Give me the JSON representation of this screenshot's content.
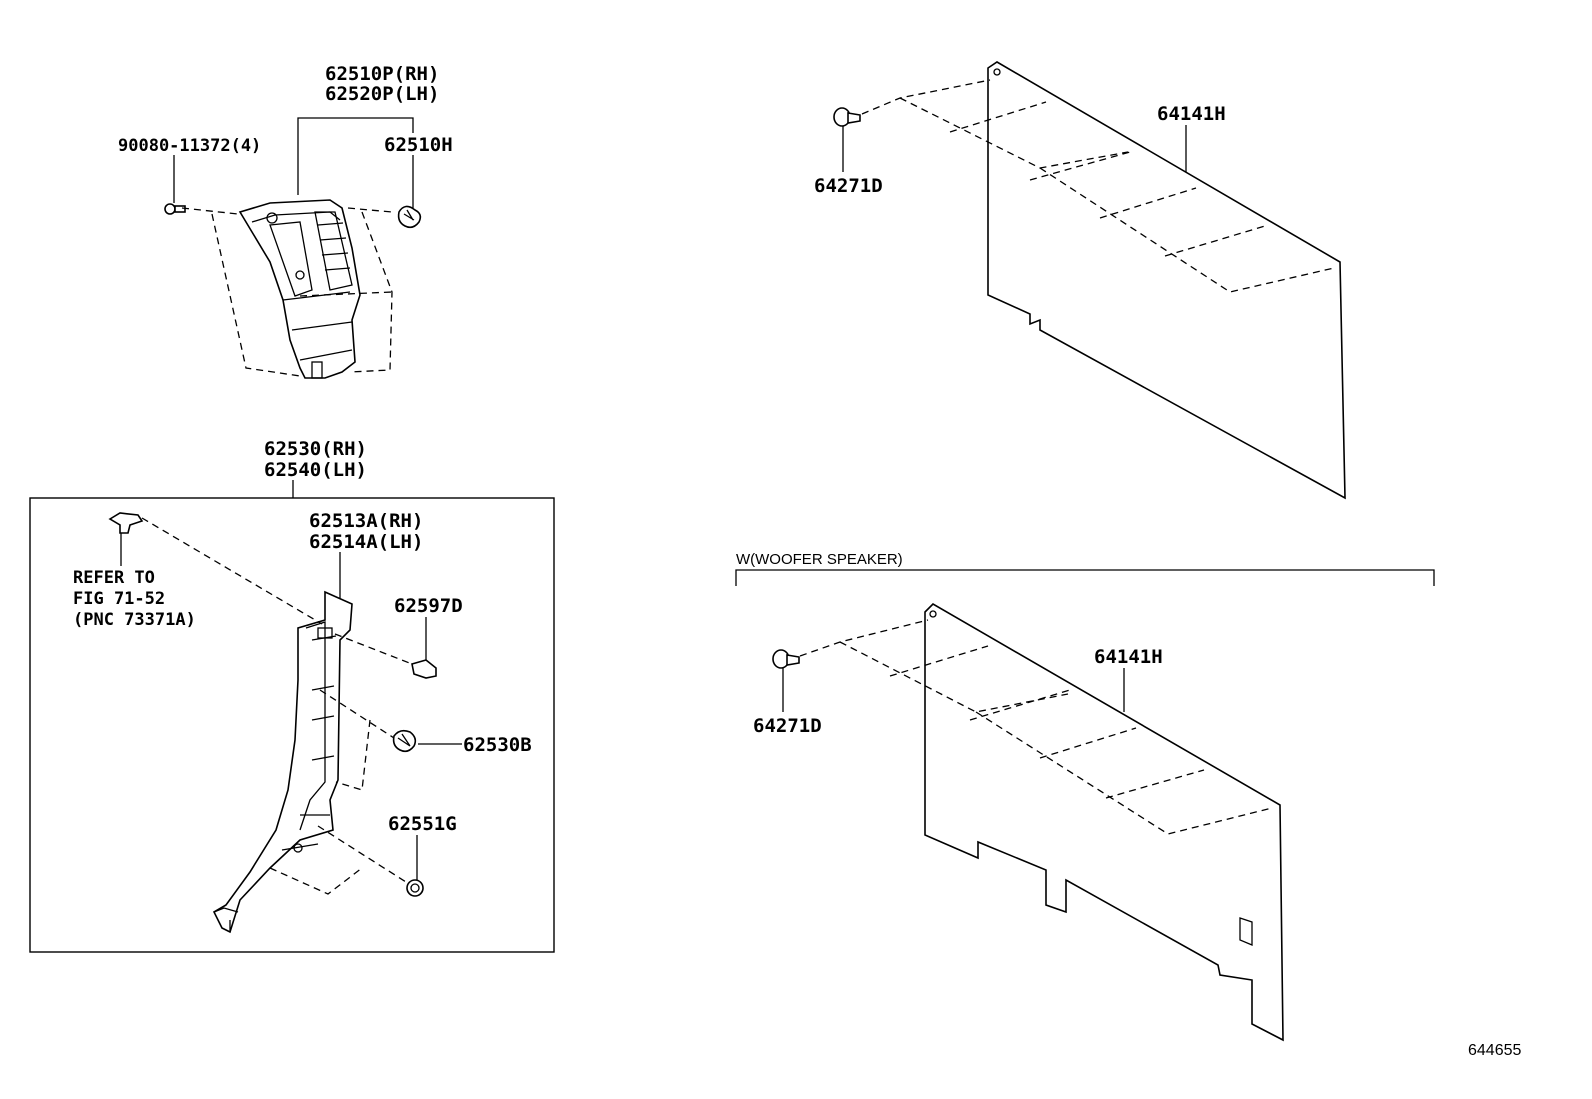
{
  "labels": {
    "p62510P": "62510P(RH)",
    "p62520P": "62520P(LH)",
    "p90080": "90080-11372(4)",
    "p62510H": "62510H",
    "p62530": "62530(RH)",
    "p62540": "62540(LH)",
    "p62513A": "62513A(RH)",
    "p62514A": "62514A(LH)",
    "refer_line1": "REFER TO",
    "refer_line2": "FIG 71-52",
    "refer_line3": "(PNC 73371A)",
    "p62597D": "62597D",
    "p62530B": "62530B",
    "p62551G": "62551G",
    "p64141H_top": "64141H",
    "p64271D_top": "64271D",
    "woofer_section": "W(WOOFER SPEAKER)",
    "p64141H_bottom": "64141H",
    "p64271D_bottom": "64271D",
    "illustration_no": "644655"
  }
}
